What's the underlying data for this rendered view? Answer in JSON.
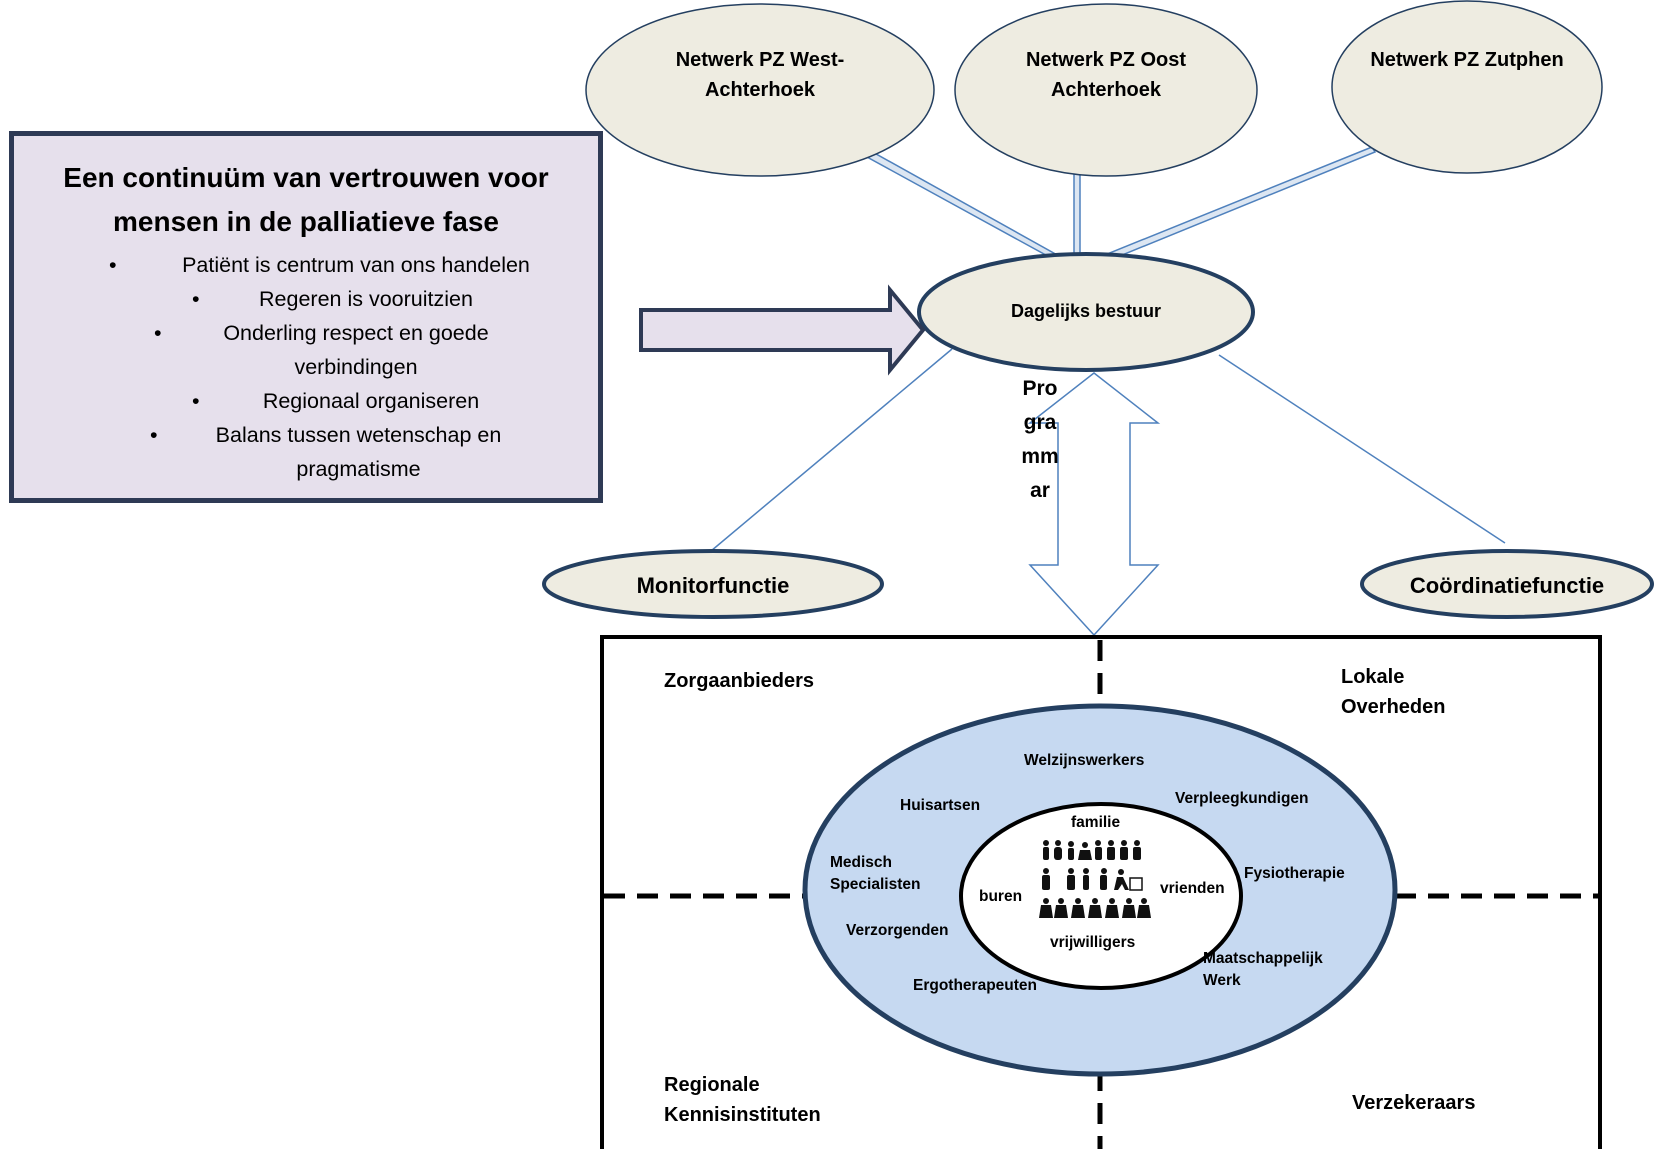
{
  "top_nodes": [
    {
      "label": "Netwerk PZ West-Achterhoek"
    },
    {
      "label": "Netwerk PZ Oost Achterhoek"
    },
    {
      "label": "Netwerk  PZ Zutphen"
    }
  ],
  "center_node": "Dagelijks bestuur",
  "side_nodes": {
    "left": "Monitorfunctie",
    "right": "Coördinatiefunctie"
  },
  "vertical_arrow_label": "Programmar",
  "values_box": {
    "title": "Een continuüm van vertrouwen voor mensen in de palliatieve fase",
    "bullet_symbol": "•",
    "items": [
      "Patiënt is centrum van ons handelen",
      "Regeren is vooruitzien",
      "Onderling respect en goede verbindingen",
      "Regionaal organiseren",
      "Balans tussen wetenschap en pragmatisme"
    ]
  },
  "quadrants": [
    "Zorgaanbieders",
    "Lokale Overheden",
    "Regionale Kennisinstituten",
    "Verzekeraars"
  ],
  "outer_circle": [
    "Welzijnswerkers",
    "Huisartsen",
    "Verpleegkundigen",
    "Medisch Specialisten",
    "Fysiotherapie",
    "Verzorgenden",
    "Maatschappelijk Werk",
    "Ergotherapeuten"
  ],
  "inner_circle": [
    "familie",
    "buren",
    "vrienden",
    "vrijwilligers"
  ],
  "colors": {
    "node_fill": "#eeece1",
    "node_stroke": "#243f60",
    "connector": "#4f81bd",
    "purple_fill": "#e6e0ec",
    "purple_border": "#2e3a55",
    "blue_fill": "#c6d9f1",
    "people": "#111111"
  }
}
